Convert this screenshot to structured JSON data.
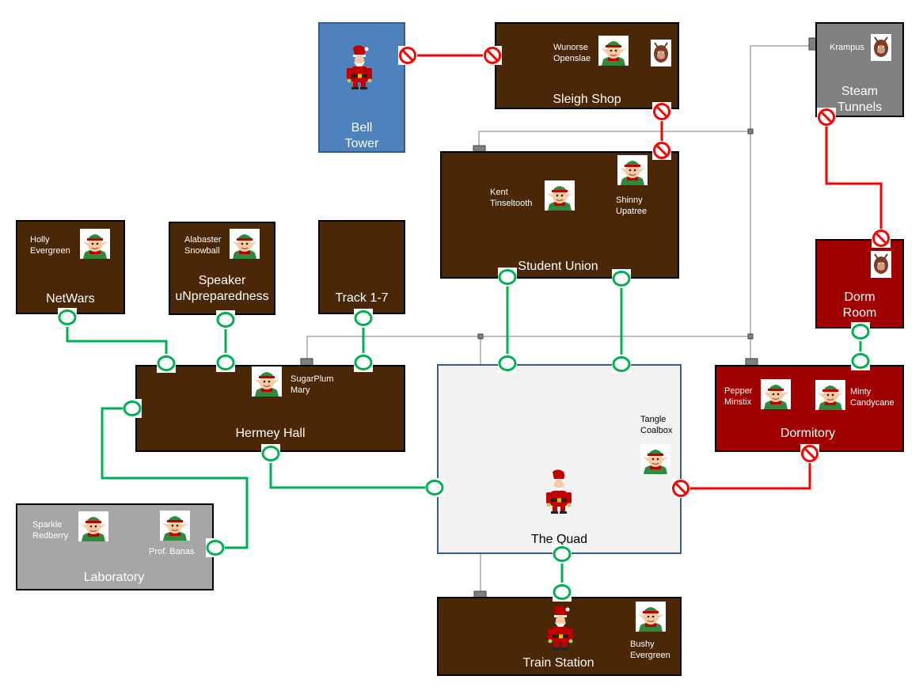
{
  "rooms": {
    "bell_tower": "Bell\nTower",
    "sleigh_shop": "Sleigh Shop",
    "steam_tunnels": "Steam\nTunnels",
    "student_union": "Student Union",
    "netwars": "NetWars",
    "speaker": "Speaker\nuNpreparedness",
    "track": "Track 1-7",
    "dorm_room": "Dorm\nRoom",
    "hermey_hall": "Hermey Hall",
    "the_quad": "The Quad",
    "dormitory": "Dormitory",
    "laboratory": "Laboratory",
    "train_station": "Train Station"
  },
  "npcs": {
    "wunorse": "Wunorse\nOpenslae",
    "krampus": "Krampus",
    "kent": "Kent\nTinseltooth",
    "shinny": "Shinny\nUpatree",
    "holly": "Holly\nEvergreen",
    "alabaster": "Alabaster\nSnowball",
    "sugarplum": "SugarPlum\nMary",
    "tangle": "Tangle\nCoalbox",
    "pepper": "Pepper\nMinstix",
    "minty": "Minty\nCandycane",
    "sparkle": "Sparkle\nRedberry",
    "banas": "Prof. Banas",
    "bushy": "Bushy\nEvergreen"
  },
  "colors": {
    "open_connection": "#00a651",
    "blocked_connection": "#ff0000",
    "hidden_connection": "#a6a6a6",
    "room_brown": "#4a2706",
    "room_red": "#a00000",
    "room_blue": "#4f81bd"
  },
  "icons": {
    "open": "green-ring-icon",
    "blocked": "no-entry-icon",
    "hidden": "grey-square-icon",
    "elf": "elf-icon",
    "santa": "santa-icon",
    "krampus": "krampus-icon"
  }
}
